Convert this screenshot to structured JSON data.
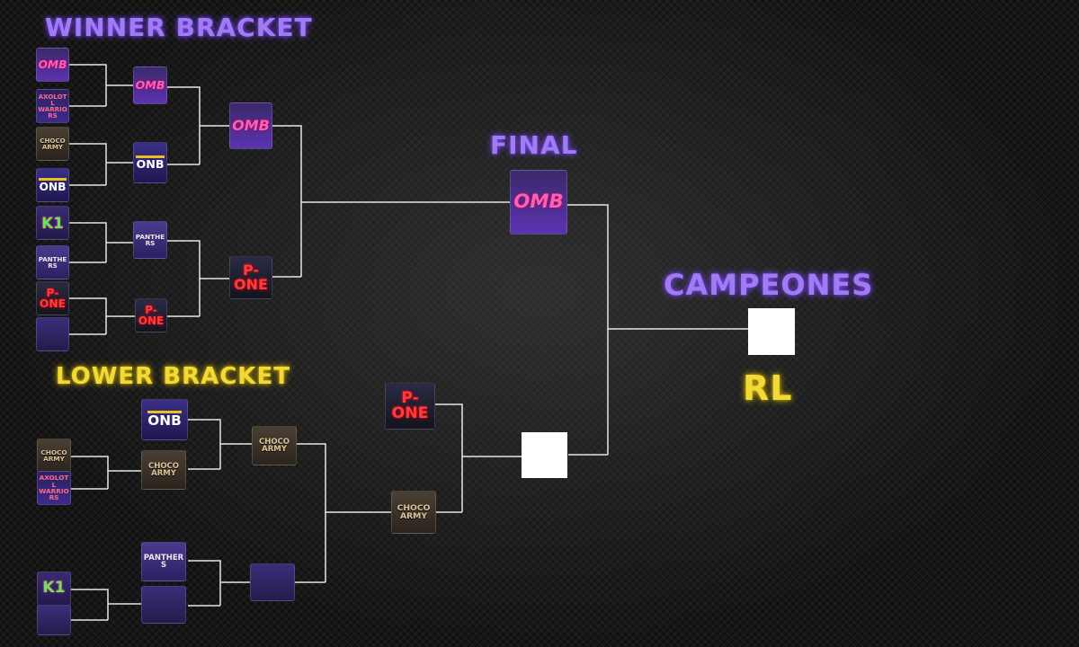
{
  "headings": {
    "winner": "WINNER BRACKET",
    "lower": "LOWER BRACKET",
    "final": "FINAL",
    "champions": "CAMPEONES",
    "game": "RL"
  },
  "teams": {
    "omb": {
      "name": "OMB",
      "icon": "devil-mascot-icon"
    },
    "axolotl": {
      "name": "AXOLOTL WARRIORS",
      "icon": "axolotl-logo-icon"
    },
    "choco": {
      "name": "CHOCO ARMY",
      "icon": "helmet-soldier-icon"
    },
    "onb": {
      "name": "ONB",
      "icon": "onb-lettermark-icon"
    },
    "k1": {
      "name": "K1",
      "icon": "k1-lettermark-icon"
    },
    "panthers": {
      "name": "PANTHERS",
      "icon": "panther-shield-icon"
    },
    "pone": {
      "name": "P-ONE",
      "icon": "skull-gear-icon"
    },
    "fire": {
      "name": "",
      "icon": "fire-cat-icon"
    }
  },
  "bracket": {
    "winner_round1": [
      "omb",
      "axolotl",
      "choco",
      "onb",
      "k1",
      "panthers",
      "pone",
      "fire"
    ],
    "winner_round2": [
      "omb",
      "onb",
      "panthers",
      "pone"
    ],
    "winner_semis": [
      "omb",
      "pone"
    ],
    "winner_final": "omb",
    "lower_round1": [
      "choco",
      "axolotl",
      "k1",
      "fire"
    ],
    "lower_round2": [
      "onb",
      "choco",
      "panthers",
      "fire"
    ],
    "lower_round3": [
      "choco",
      "fire"
    ],
    "lower_semi": "choco",
    "lower_final_pair": [
      "pone",
      "choco"
    ],
    "lower_final_winner": "",
    "champion": ""
  }
}
